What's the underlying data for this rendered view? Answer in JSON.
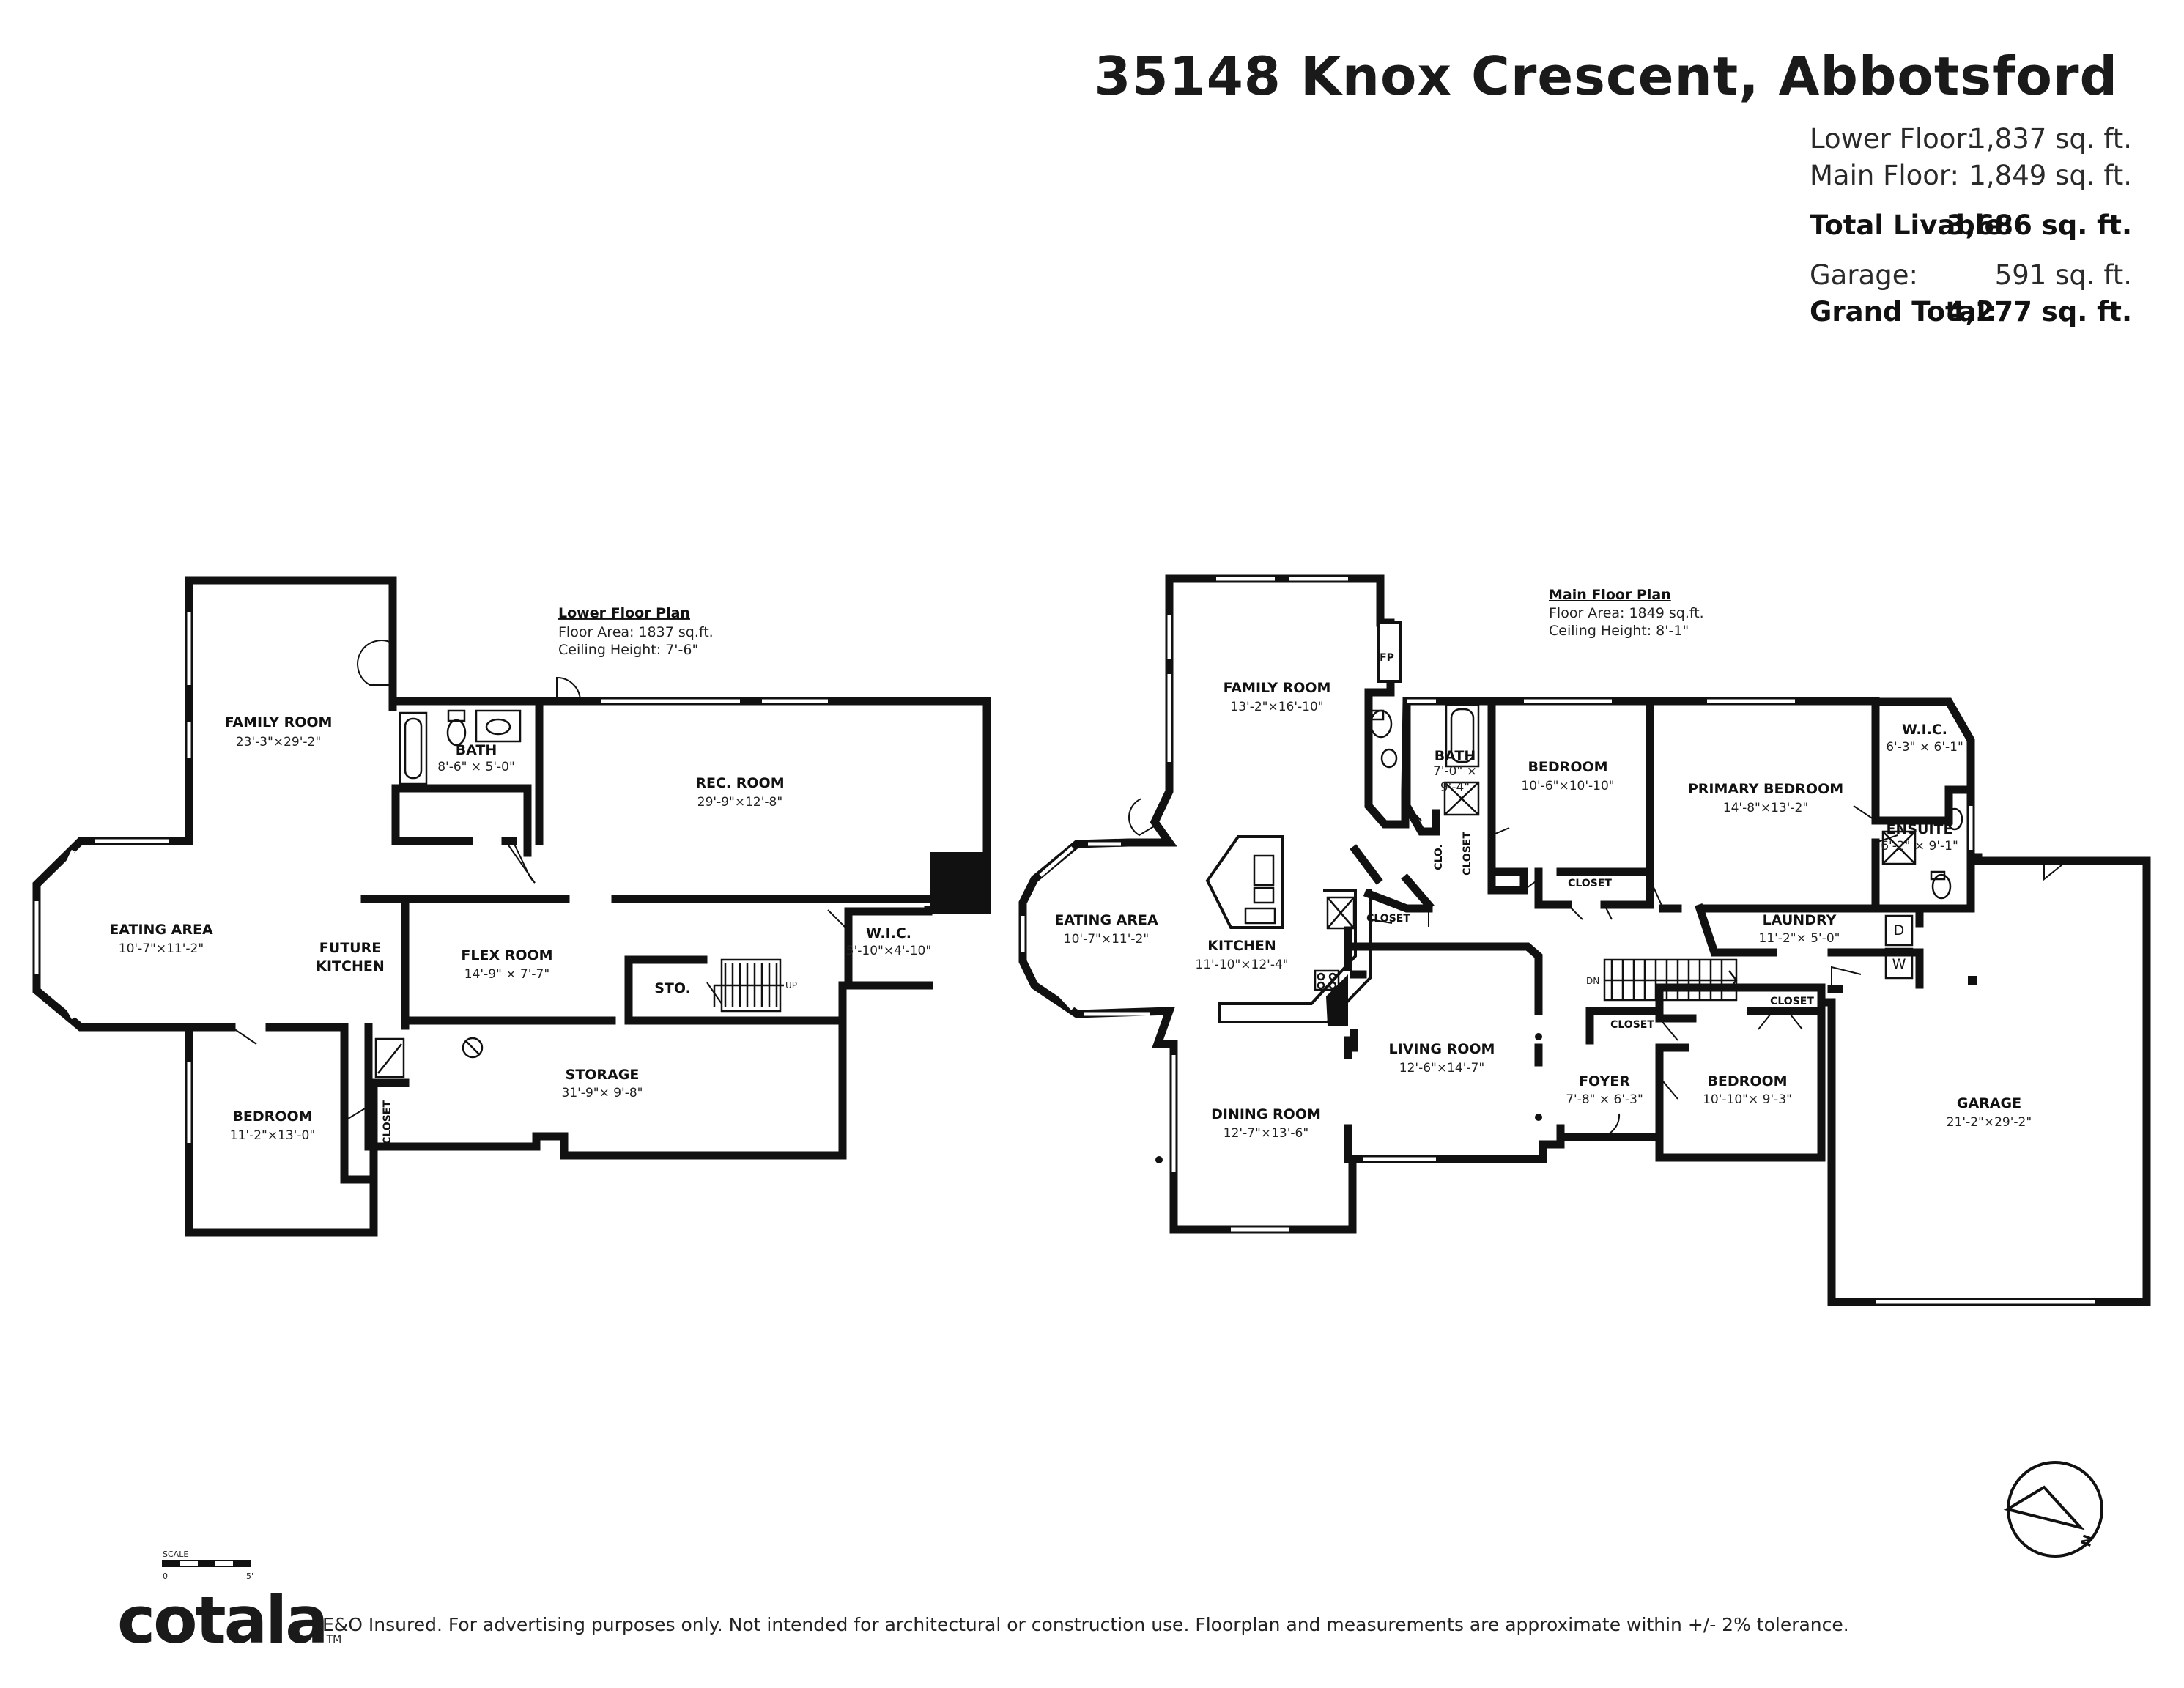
{
  "header": {
    "title": "35148 Knox Crescent, Abbotsford",
    "areas": [
      {
        "label": "Lower Floor:",
        "value": "1,837 sq. ft.",
        "bold": false
      },
      {
        "label": "Main Floor:",
        "value": "1,849 sq. ft.",
        "bold": false
      },
      {
        "label": "Total Livable:",
        "value": "3,686 sq. ft.",
        "bold": true
      },
      {
        "label": "Garage:",
        "value": "591 sq. ft.",
        "bold": false
      },
      {
        "label": "Grand Total:",
        "value": "4,277 sq. ft.",
        "bold": true
      }
    ]
  },
  "lower_plan": {
    "heading": "Lower Floor Plan",
    "floor_area": "Floor Area: 1837 sq.ft.",
    "ceiling": "Ceiling Height: 7'-6\"",
    "rooms": {
      "family_room": {
        "name": "FAMILY ROOM",
        "dims": "23'-3\"×29'-2\""
      },
      "bath": {
        "name": "BATH",
        "dims": "8'-6\" × 5'-0\""
      },
      "rec_room": {
        "name": "REC. ROOM",
        "dims": "29'-9\"×12'-8\""
      },
      "eating_area": {
        "name": "EATING AREA",
        "dims": "10'-7\"×11'-2\""
      },
      "future_kitchen": {
        "name_line1": "FUTURE",
        "name_line2": "KITCHEN"
      },
      "flex_room": {
        "name": "FLEX ROOM",
        "dims": "14'-9\" × 7'-7\""
      },
      "wic": {
        "name": "W.I.C.",
        "dims": "5'-10\"×4'-10\""
      },
      "sto": {
        "name": "STO."
      },
      "up": {
        "name": "UP"
      },
      "storage": {
        "name": "STORAGE",
        "dims": "31'-9\"× 9'-8\""
      },
      "bedroom": {
        "name": "BEDROOM",
        "dims": "11'-2\"×13'-0\""
      },
      "closet": {
        "name": "CLOSET"
      }
    }
  },
  "main_plan": {
    "heading": "Main Floor Plan",
    "floor_area": "Floor Area: 1849 sq.ft.",
    "ceiling": "Ceiling Height: 8'-1\"",
    "rooms": {
      "fp": {
        "name": "FP"
      },
      "family_room": {
        "name": "FAMILY ROOM",
        "dims": "13'-2\"×16'-10\""
      },
      "bath": {
        "name": "BATH",
        "dims_line1": "7'-0\" ×",
        "dims_line2": "9'-4\""
      },
      "clo": {
        "name": "CLO."
      },
      "closet_bath": {
        "name": "CLOSET"
      },
      "bedroom1": {
        "name": "BEDROOM",
        "dims": "10'-6\"×10'-10\""
      },
      "closet_bed1": {
        "name": "CLOSET"
      },
      "primary_bedroom": {
        "name": "PRIMARY BEDROOM",
        "dims": "14'-8\"×13'-2\""
      },
      "wic": {
        "name": "W.I.C.",
        "dims": "6'-3\" × 6'-1\""
      },
      "ensuite": {
        "name": "ENSUITE",
        "dims": "6'-2\" × 9'-1\""
      },
      "eating_area": {
        "name": "EATING AREA",
        "dims": "10'-7\"×11'-2\""
      },
      "kitchen": {
        "name": "KITCHEN",
        "dims": "11'-10\"×12'-4\""
      },
      "closet_kitchen": {
        "name": "CLOSET"
      },
      "laundry": {
        "name": "LAUNDRY",
        "dims": "11'-2\"× 5'-0\""
      },
      "dryer": {
        "name": "D"
      },
      "washer": {
        "name": "W"
      },
      "dn": {
        "name": "DN"
      },
      "closet_foyer": {
        "name": "CLOSET"
      },
      "closet_bed2": {
        "name": "CLOSET"
      },
      "living_room": {
        "name": "LIVING ROOM",
        "dims": "12'-6\"×14'-7\""
      },
      "foyer": {
        "name": "FOYER",
        "dims": "7'-8\" × 6'-3\""
      },
      "bedroom2": {
        "name": "BEDROOM",
        "dims": "10'-10\"× 9'-3\""
      },
      "dining_room": {
        "name": "DINING ROOM",
        "dims": "12'-7\"×13'-6\""
      },
      "garage": {
        "name": "GARAGE",
        "dims": "21'-2\"×29'-2\""
      }
    }
  },
  "scale": {
    "label": "SCALE",
    "start": "0'",
    "end": "5'"
  },
  "compass": {
    "label": "N"
  },
  "footer": {
    "logo": "cotala",
    "trademark": "TM",
    "disclaimer": "E&O Insured. For advertising purposes only. Not intended for architectural or construction use. Floorplan and measurements are approximate within +/- 2% tolerance."
  },
  "colors": {
    "walls": "#111111",
    "background": "#ffffff",
    "text": "#1a1a1a"
  }
}
